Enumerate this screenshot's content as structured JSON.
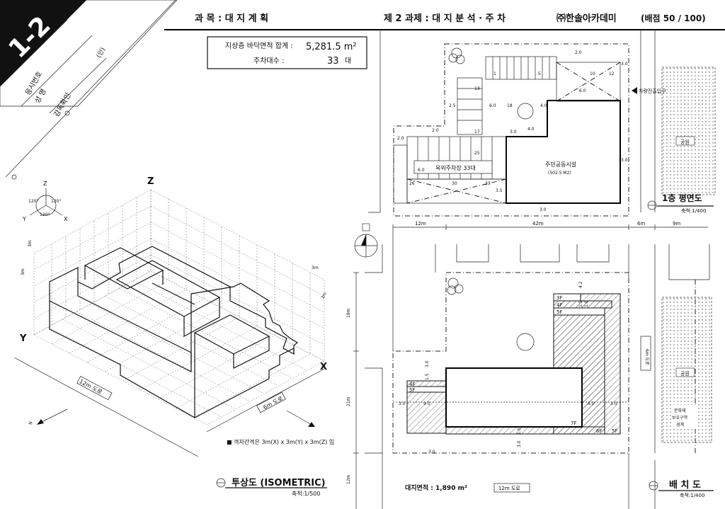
{
  "header": {
    "badge": "1-2",
    "subject": "과 목 : 대 지 계 획",
    "task": "제 2 과제 : 대 지 분 석 · 주 차",
    "academy": "㈜한솔아카데미",
    "score": "(배점  50 / 100)"
  },
  "form": {
    "reg_label": "응시번호",
    "name_label": "성    명",
    "check_label": "감독확인",
    "seal": "(인)"
  },
  "summary": {
    "area_label": "지상층 바닥면적 합계 :",
    "area_value": "5,281.5 m²",
    "parking_label": "주차대수 :",
    "parking_value": "33",
    "parking_unit": "대"
  },
  "isometric": {
    "axis_z": "Z",
    "axis_x": "X",
    "axis_y": "Y",
    "legend_z": "Z",
    "legend_x": "X",
    "legend_y": "Y",
    "angle_a": "120°",
    "angle_b": "120°",
    "angle_c": "120°",
    "dim_3m_a": "3m",
    "dim_3m_b": "3m",
    "dim_3m_c": "3m",
    "dim_3m_d": "3m",
    "road_12": "12m 도로",
    "road_6": "6m 도로",
    "north": "N",
    "grid_note": "■ 격자간격은 3m(X) x 3m(Y) x 3m(Z) 임",
    "title": "투상도 (ISOMETRIC)",
    "scale": "축척:1/500"
  },
  "floor_plan": {
    "title": "1층 평면도",
    "scale": "축척:1/400",
    "vehicle_entry": "차량진출입구",
    "community": "주민공동시설",
    "community_area": "(502.5 M2)",
    "parking": "옥외주차장 33대",
    "park": "공원",
    "dims": [
      "2.0",
      "3.0",
      "1",
      "5",
      "10",
      "12",
      "13",
      "6.0",
      "18",
      "4.0",
      "2.5",
      "2.0",
      "17",
      "3.0",
      "4.0",
      "2.0",
      "25",
      "6.0",
      "26",
      "30",
      "33",
      "3.5",
      "3.0",
      "3.0",
      "6.0"
    ]
  },
  "site_plan": {
    "title": "배 치 도",
    "scale": "축척:1/400",
    "top_dims": [
      "12m",
      "42m",
      "6m",
      "9m"
    ],
    "left_dims": [
      "18m",
      "21m",
      "12m"
    ],
    "road_12": "12m 도로",
    "road_6": "6m 도로",
    "site_area": "대지면적 : 1,890 m²",
    "park": "공원",
    "heritage": [
      "문화재",
      "보호구역",
      "경계"
    ],
    "floors": [
      "3F",
      "4F",
      "5F",
      "4F",
      "5F",
      "7F",
      "6F",
      "5F"
    ],
    "dims": [
      "4.2",
      "1.5",
      "1.8",
      "3.0",
      "1.5",
      "3.0",
      "9.0",
      "6.0",
      "3.0",
      "3.0",
      "1.5",
      "3.0"
    ]
  }
}
